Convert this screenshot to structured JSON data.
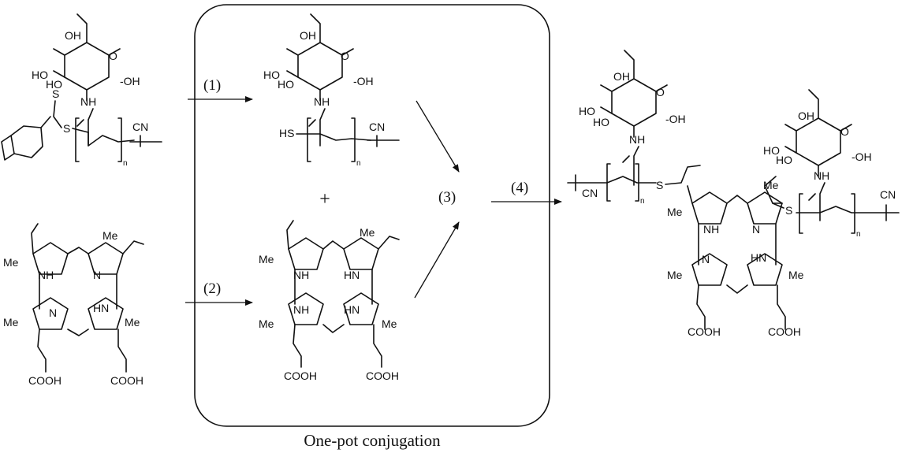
{
  "steps": {
    "s1": "(1)",
    "s2": "(2)",
    "s3": "(3)",
    "s4": "(4)"
  },
  "caption": "One-pot conjugation",
  "plus": "+",
  "atoms": {
    "oh": "OH",
    "ho": "HO",
    "oh_dash": "-OH",
    "nh": "NH",
    "o": "O",
    "s": "S",
    "hs": "HS",
    "cn": "CN",
    "n_sub": "n",
    "n": "N",
    "me": "Me",
    "cooh": "COOH",
    "hn": "HN"
  }
}
